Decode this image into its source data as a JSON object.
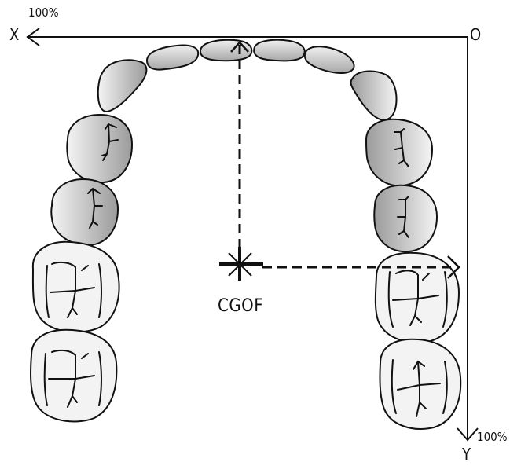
{
  "axes": {
    "x_label": "X",
    "x_max_label": "100%",
    "origin_label": "O",
    "y_label": "Y",
    "y_max_label": "100%"
  },
  "center": {
    "label": "CGOF"
  },
  "colors": {
    "line": "#111111",
    "tooth_light": "#f2f2f2",
    "tooth_dark": "#9a9a9a"
  }
}
